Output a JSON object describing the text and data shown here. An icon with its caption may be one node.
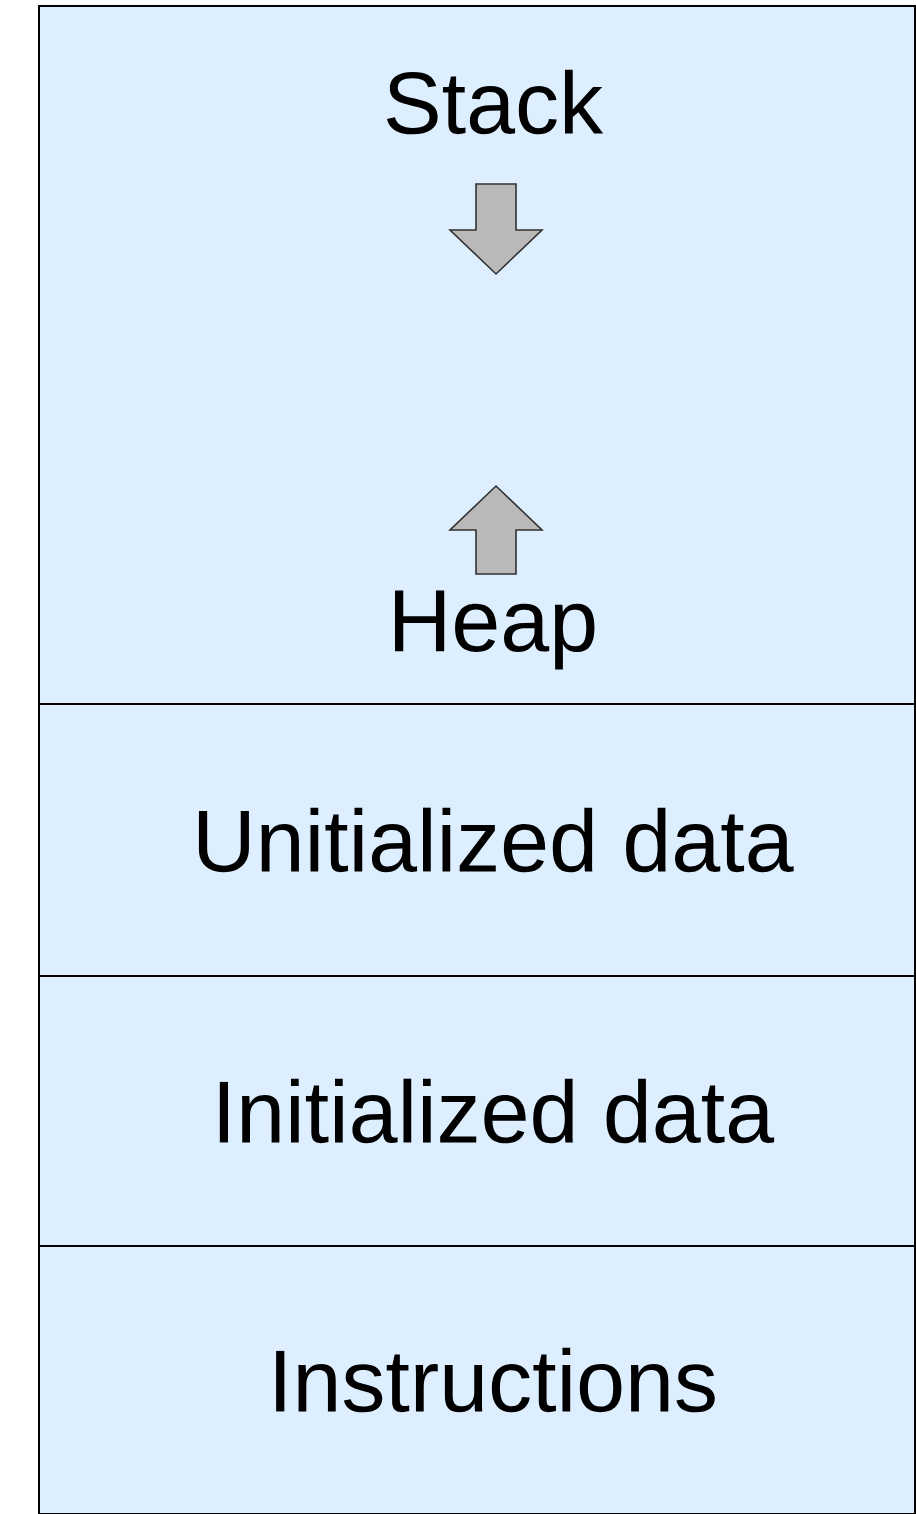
{
  "diagram": {
    "nodes": [
      {
        "text": [
          "Stack",
          "Heap"
        ]
      },
      {
        "text": [
          "Unitialized data"
        ]
      },
      {
        "text": [
          "Initialized data"
        ]
      },
      {
        "text": [
          "Instructions"
        ]
      }
    ]
  }
}
